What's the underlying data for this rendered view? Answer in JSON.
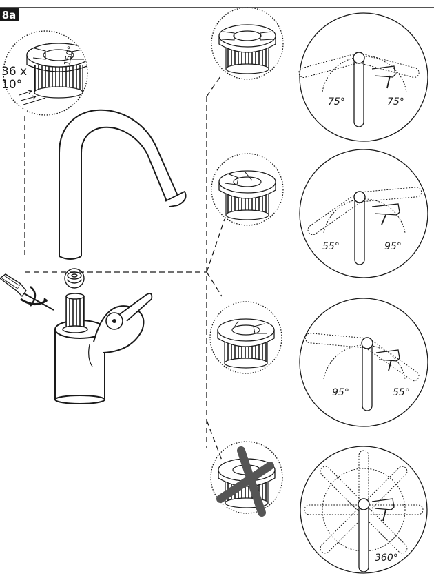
{
  "step_badge": "8a",
  "ring_marking": "150°",
  "ratchet_spec": {
    "line1": "36 x",
    "line2": "10°"
  },
  "options": [
    {
      "left_angle": "75°",
      "right_angle": "75°",
      "ring_state": "standard"
    },
    {
      "left_angle": "55°",
      "right_angle": "95°",
      "ring_state": "rotated-left"
    },
    {
      "left_angle": "95°",
      "right_angle": "55°",
      "ring_state": "rotated-right"
    },
    {
      "full_angle": "360°",
      "ring_state": "removed"
    }
  ]
}
